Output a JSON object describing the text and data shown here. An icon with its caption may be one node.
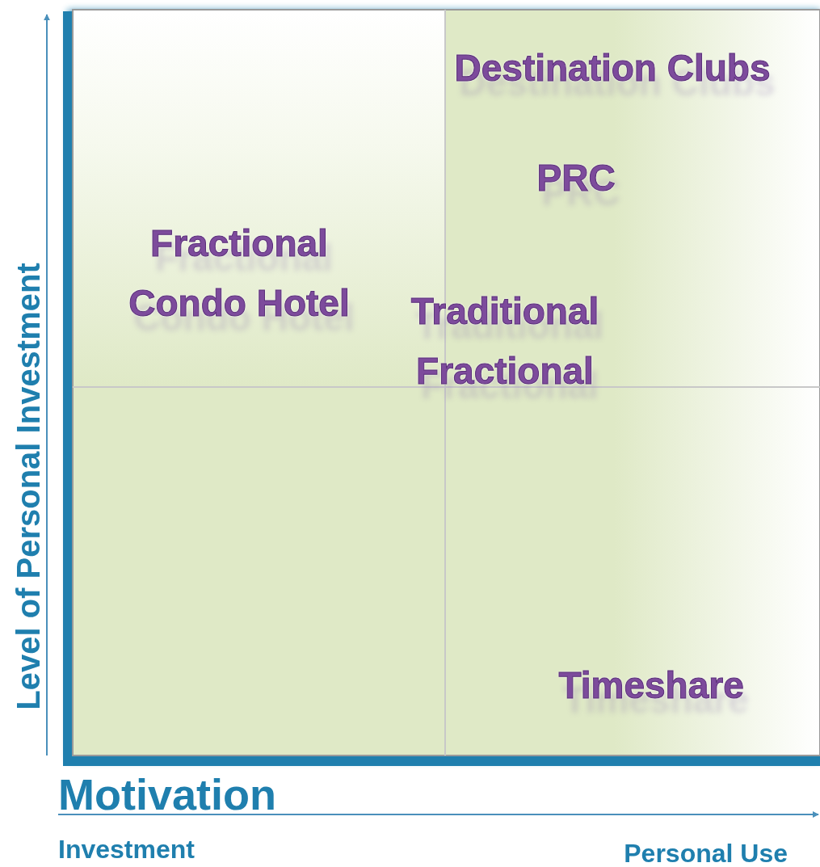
{
  "diagram": {
    "labels": [
      "Destination Clubs",
      "PRC",
      "Fractional Condo Hotel",
      "Traditional Fractional",
      "Timeshare",
      "Level of Personal Investment",
      "Motivation",
      "Investment",
      "Personal Use"
    ]
  }
}
